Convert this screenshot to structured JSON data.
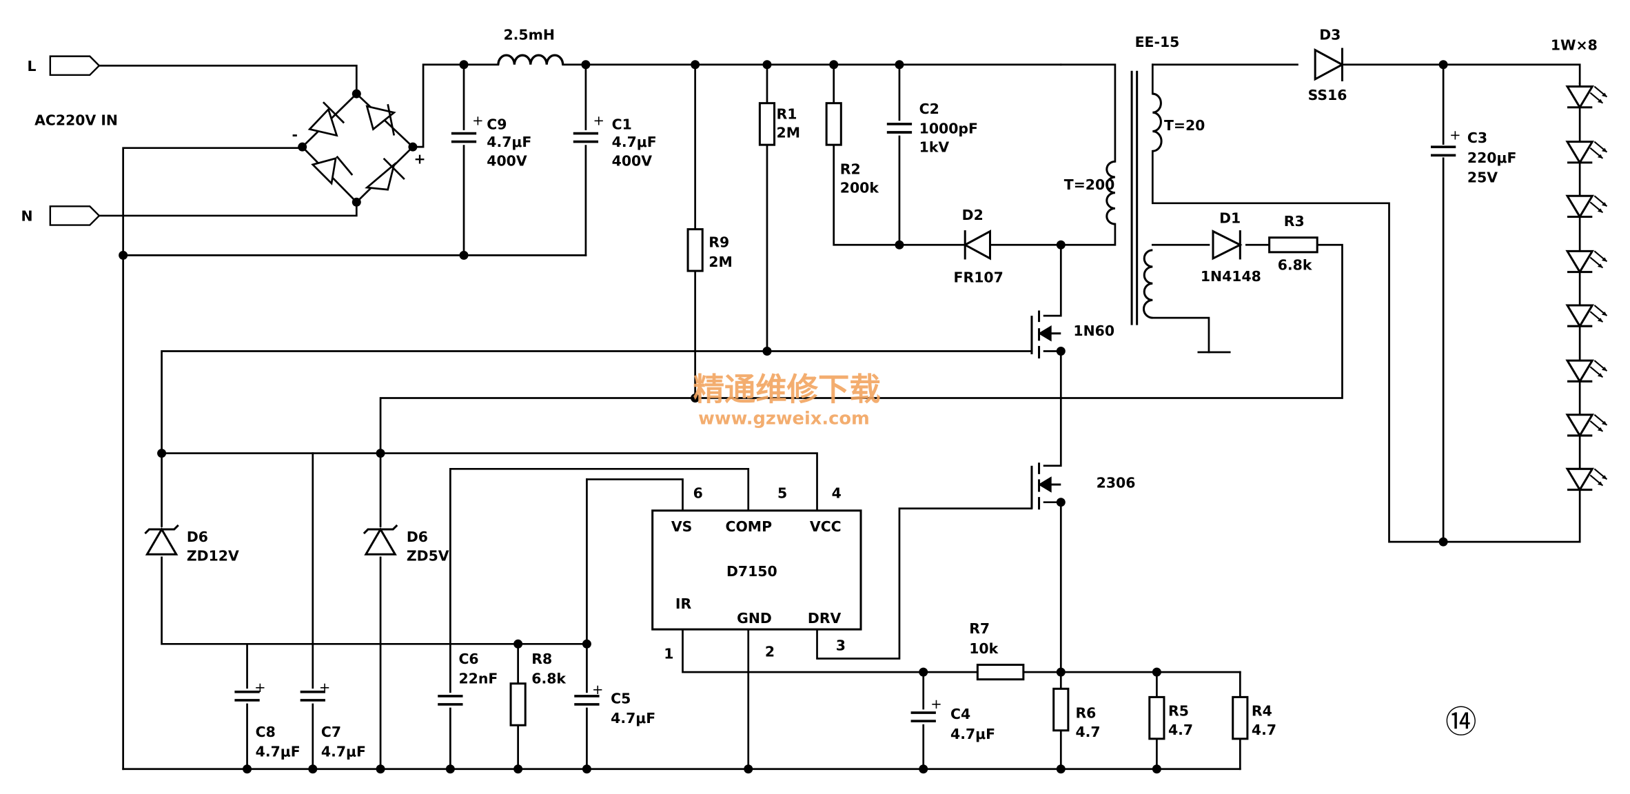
{
  "terminals": {
    "L": "L",
    "N": "N",
    "input_label": "AC220V IN"
  },
  "inductor": {
    "value": "2.5mH"
  },
  "rectifier": {
    "minus": "-",
    "plus": "+"
  },
  "C9": {
    "ref": "C9",
    "value": "4.7μF",
    "rating": "400V"
  },
  "C1": {
    "ref": "C1",
    "value": "4.7μF",
    "rating": "400V"
  },
  "R9": {
    "ref": "R9",
    "value": "2M"
  },
  "R1": {
    "ref": "R1",
    "value": "2M"
  },
  "R2": {
    "ref": "R2",
    "value": "200k"
  },
  "C2": {
    "ref": "C2",
    "value": "1000pF",
    "rating": "1kV"
  },
  "D2": {
    "ref": "D2",
    "part": "FR107"
  },
  "transformer": {
    "name": "EE-15",
    "primary": "T=200",
    "secondary": "T=20"
  },
  "D3": {
    "ref": "D3",
    "part": "SS16"
  },
  "D1": {
    "ref": "D1",
    "part": "1N4148"
  },
  "R3": {
    "ref": "R3",
    "value": "6.8k"
  },
  "C3": {
    "ref": "C3",
    "value": "220μF",
    "rating": "25V"
  },
  "led_string": {
    "label": "1W×8"
  },
  "Q1": {
    "part": "1N60"
  },
  "Q2": {
    "part": "2306"
  },
  "ic": {
    "name": "D7150",
    "pins": {
      "vs": "VS",
      "comp": "COMP",
      "vcc": "VCC",
      "ir": "IR",
      "gnd": "GND",
      "drv": "DRV"
    },
    "pin_numbers": {
      "p1": "1",
      "p2": "2",
      "p3": "3",
      "p4": "4",
      "p5": "5",
      "p6": "6"
    }
  },
  "D6a": {
    "ref": "D6",
    "part": "ZD12V"
  },
  "D6b": {
    "ref": "D6",
    "part": "ZD5V"
  },
  "C8": {
    "ref": "C8",
    "value": "4.7μF"
  },
  "C7": {
    "ref": "C7",
    "value": "4.7μF"
  },
  "C6": {
    "ref": "C6",
    "value": "22nF"
  },
  "R8": {
    "ref": "R8",
    "value": "6.8k"
  },
  "C5": {
    "ref": "C5",
    "value": "4.7μF"
  },
  "R7": {
    "ref": "R7",
    "value": "10k"
  },
  "C4": {
    "ref": "C4",
    "value": "4.7μF"
  },
  "R6": {
    "ref": "R6",
    "value": "4.7"
  },
  "R5": {
    "ref": "R5",
    "value": "4.7"
  },
  "R4": {
    "ref": "R4",
    "value": "4.7"
  },
  "figure_number": "⑭",
  "watermark": {
    "cn": "精通维修下载",
    "url": "www.gzweix.com"
  },
  "colors": {
    "line": "#000000",
    "watermark": "#f2a560"
  }
}
